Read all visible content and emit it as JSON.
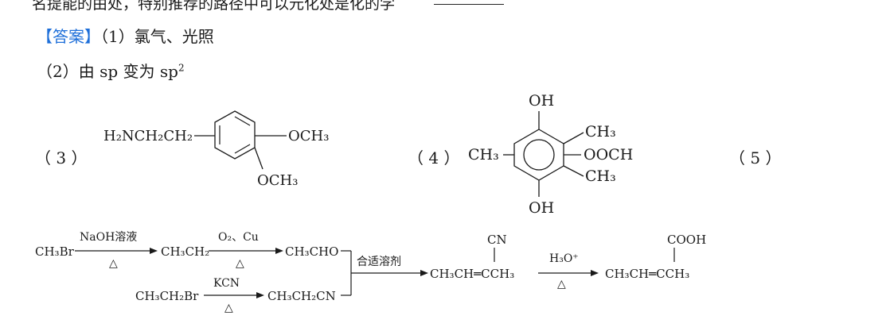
{
  "top_line": "名提能的由处，特别推荐的路径中可以元化处是化的学",
  "answer_label": "【答案】",
  "part1": "（1）氯气、光照",
  "part2_prefix": "（2）由 sp 变为 sp",
  "part2_sup": "2",
  "labels": {
    "p3": "（ 3 ）",
    "p4": "（ 4 ）",
    "p5": "（ 5 ）"
  },
  "structure3": {
    "left_chain": "H₂NCH₂CH₂",
    "sub_right": "OCH₃",
    "sub_bottom": "OCH₃"
  },
  "structure4": {
    "top": "OH",
    "bottom": "OH",
    "left": "CH₃",
    "upper_right": "CH₃",
    "right": "OOCH",
    "lower_right": "CH₃"
  },
  "synthesis": {
    "row1": {
      "start": "CH₃Br",
      "cond1_top": "NaOH溶液",
      "cond1_bottom": "△",
      "mid": "CH₃CH₂",
      "cond2_top": "O₂、Cu",
      "cond2_bottom": "△",
      "end": "CH₃CHO"
    },
    "row2": {
      "start": "CH₃CH₂Br",
      "cond_top": "KCN",
      "cond_bottom": "△",
      "end": "CH₃CH₂CN"
    },
    "merge_condition": "合适溶剂",
    "product1": {
      "main": "CH₃CH═CCH₃",
      "sub": "CN"
    },
    "cond3_top": "H₃O⁺",
    "cond3_bottom": "△",
    "product2": {
      "main": "CH₃CH═CCH₃",
      "sub": "COOH"
    }
  }
}
